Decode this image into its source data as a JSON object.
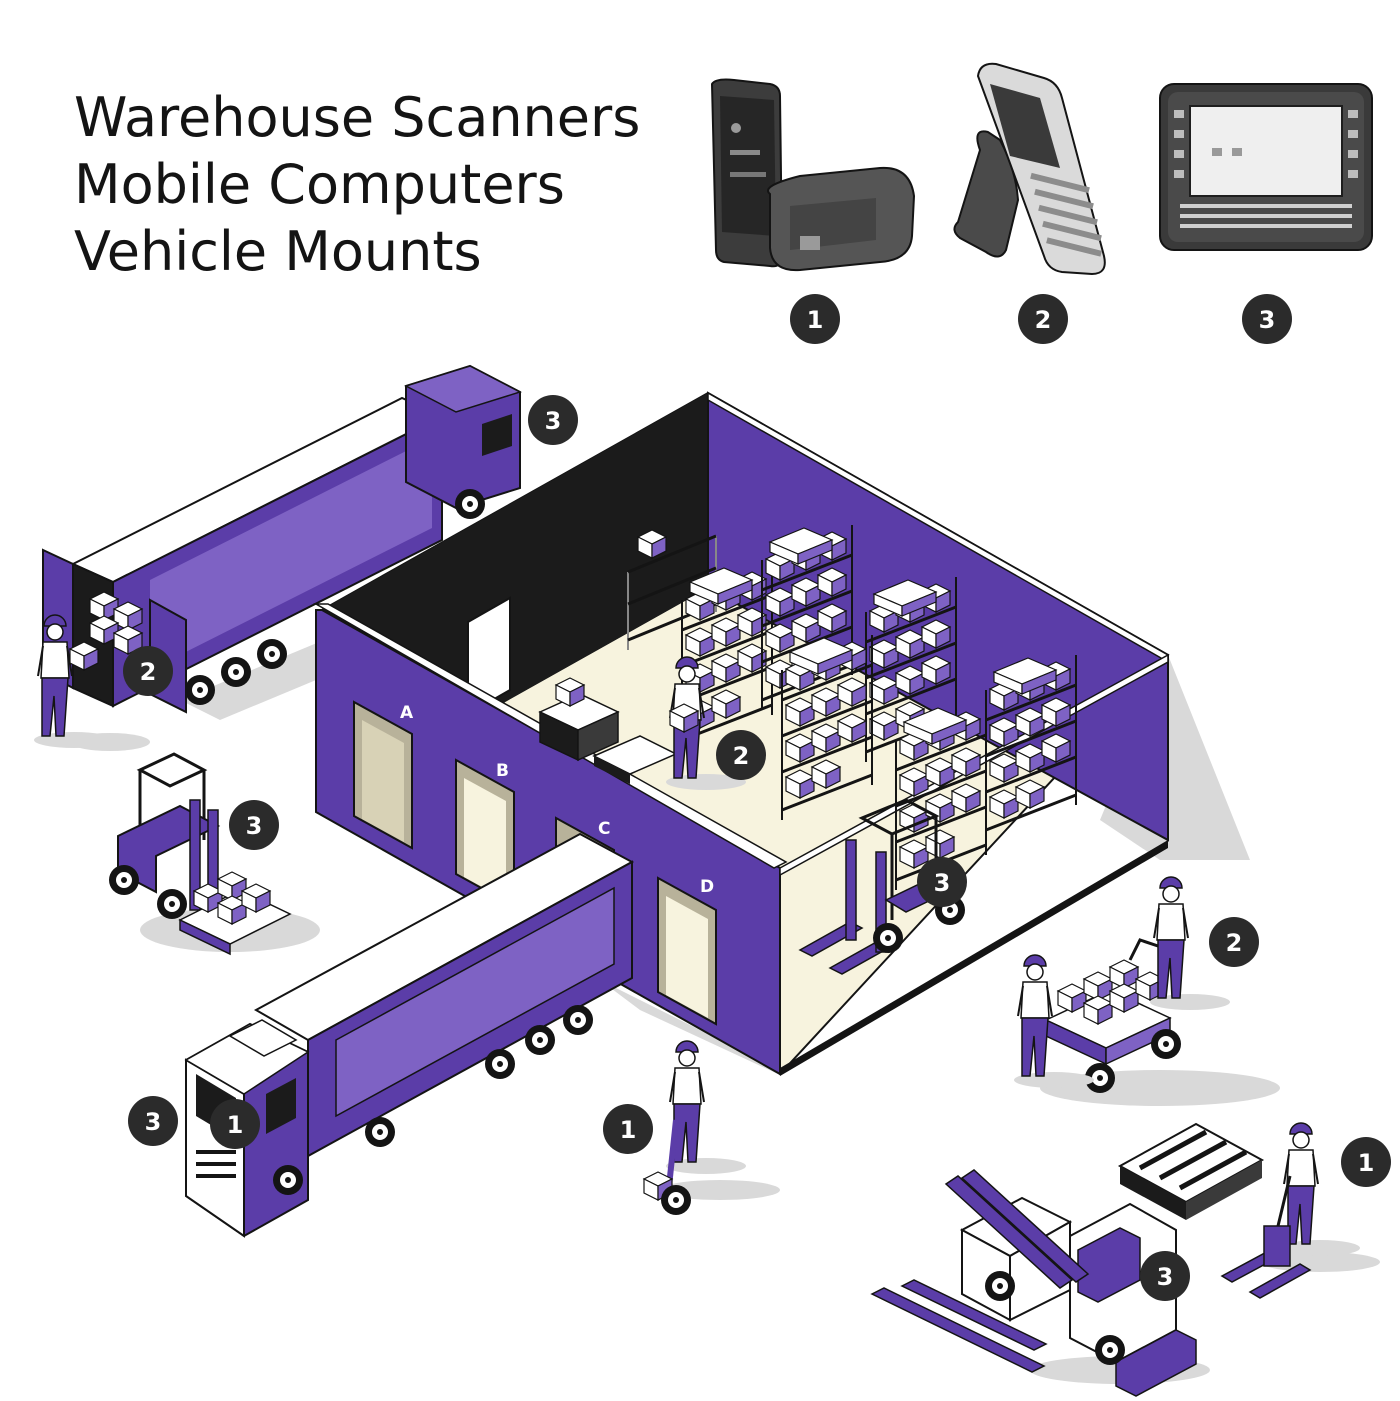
{
  "heading": {
    "lines": [
      "Warehouse Scanners",
      "Mobile Computers",
      "Vehicle Mounts"
    ]
  },
  "colors": {
    "purple": "#5B3DA8",
    "purple_light": "#7E62C4",
    "purple_dark": "#3B2577",
    "black": "#1B1B1B",
    "floor": "#F7F3DE",
    "outline": "#141414",
    "badge": "#2B2B2B",
    "shadow": "#D9D9D9"
  },
  "devices": [
    {
      "name": "rugged-phone-with-scan-sled",
      "badge": "1"
    },
    {
      "name": "handheld-mobile-computer-with-pistol-grip",
      "badge": "2"
    },
    {
      "name": "vehicle-mount-computer",
      "badge": "3"
    }
  ],
  "dock_doors": [
    "A",
    "B",
    "C",
    "D"
  ],
  "scene_badges": [
    "3",
    "2",
    "3",
    "2",
    "3",
    "2",
    "1",
    "3",
    "1",
    "1",
    "3"
  ]
}
